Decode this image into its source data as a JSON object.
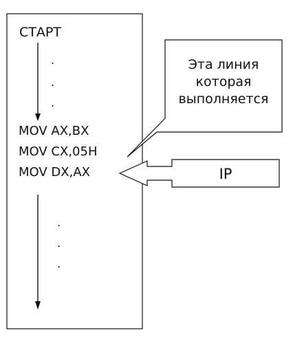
{
  "program": {
    "start_label": "СТАРТ",
    "dots_top": [
      ".",
      ".",
      "."
    ],
    "instructions": [
      "MOV AX,BX",
      "MOV CX,05H",
      "MOV DX,AX"
    ],
    "dots_bottom": [
      ".",
      ".",
      "."
    ]
  },
  "callout": {
    "lines": [
      "Эта линия",
      "которая",
      "выполняется"
    ]
  },
  "pointer": {
    "label": "IP"
  },
  "colors": {
    "stroke": "#111111",
    "fill": "#ffffff"
  }
}
